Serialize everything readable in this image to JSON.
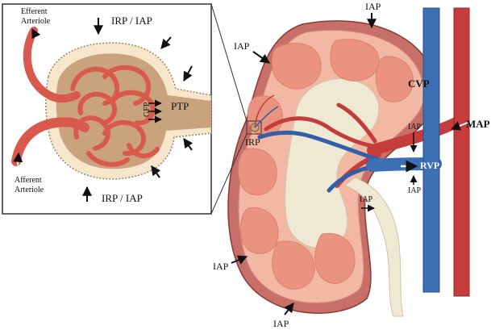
{
  "inset": {
    "efferent_label_1": "Efferent",
    "efferent_label_2": "Arteriole",
    "afferent_label_1": "Afferent",
    "afferent_label_2": "Arteriole",
    "irp_iap_top": "IRP / IAP",
    "irp_iap_bottom": "IRP / IAP",
    "ptp": "PTP",
    "gfp": "GFP"
  },
  "kidney": {
    "iap_top": "IAP",
    "iap_left_upper": "IAP",
    "iap_left_lower": "IAP",
    "iap_bottom": "IAP",
    "iap_renal_vein": "IAP",
    "iap_right": "IAP",
    "iap_ureter": "IAP",
    "irp": "IRP"
  },
  "vessels": {
    "cvp": "CVP",
    "map": "MAP",
    "rvp": "RVP"
  },
  "colors": {
    "vena_cava": "#3d6fb5",
    "aorta": "#c43c3c",
    "capsule": "#c7706a",
    "cortex": "#f2b8a4",
    "pyramid": "#ea9380",
    "pelvis": "#efe8d2",
    "glomerulus": "#c9a37e",
    "capillary": "#d95a4d"
  }
}
